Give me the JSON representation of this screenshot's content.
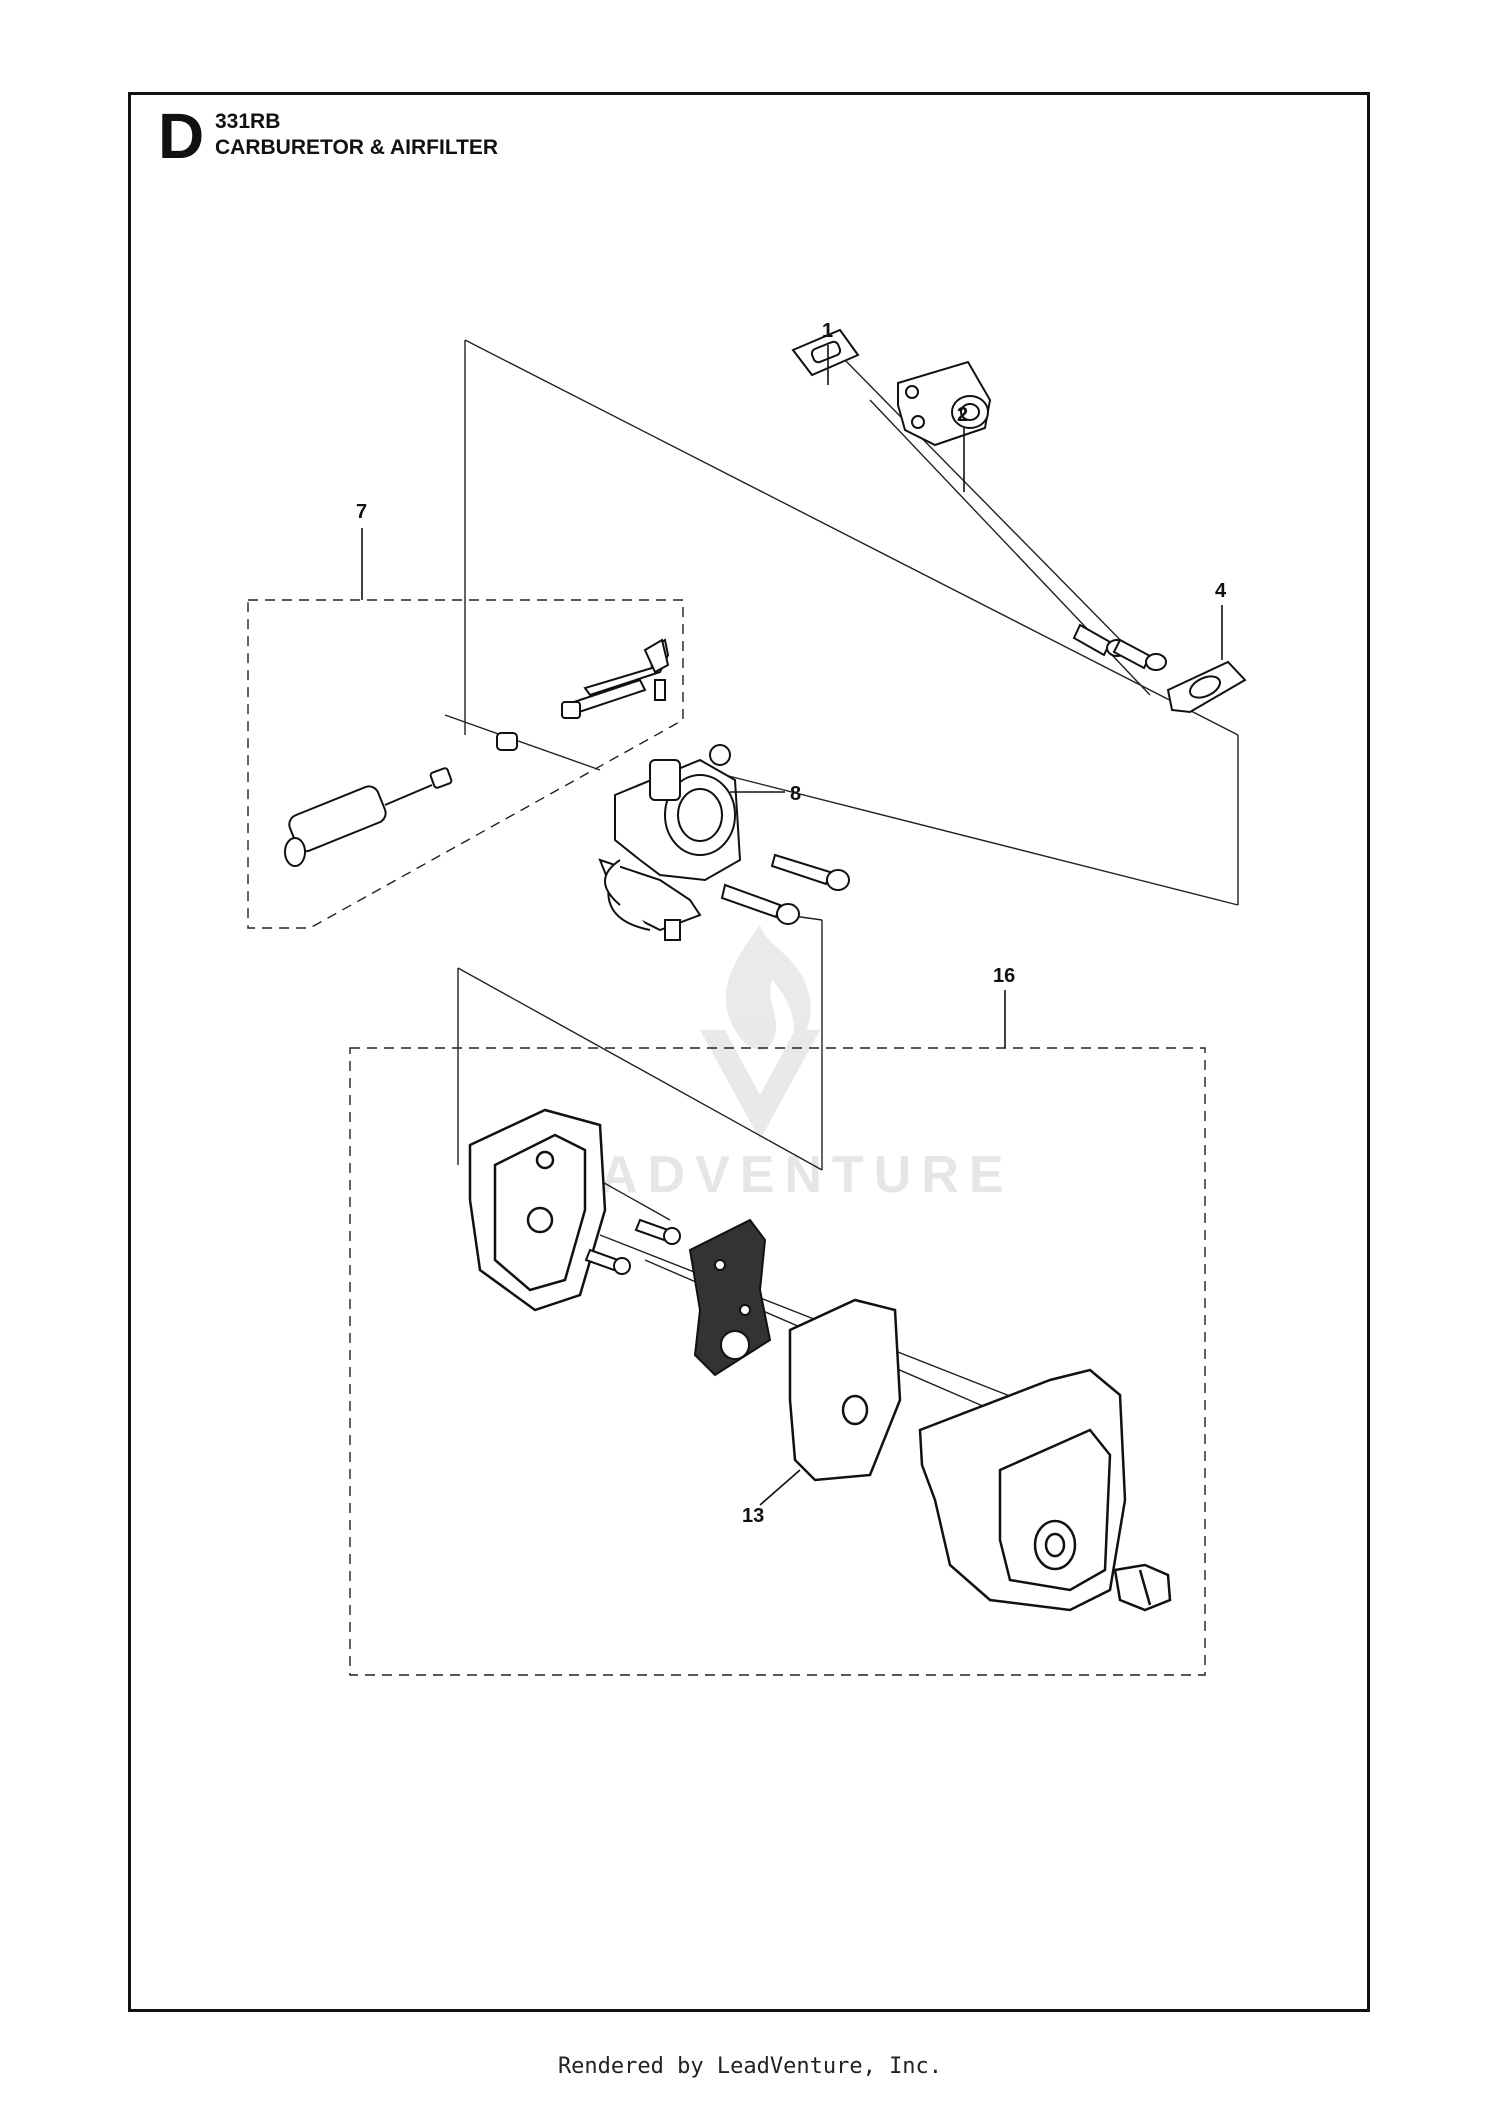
{
  "header": {
    "section_letter": "D",
    "model": "331RB",
    "title": "CARBURETOR & AIRFILTER"
  },
  "callouts": {
    "c1": "1",
    "c2": "2",
    "c4": "4",
    "c7": "7",
    "c8": "8",
    "c13": "13",
    "c16": "16"
  },
  "watermark": {
    "text": "ADVENTURE"
  },
  "footer": {
    "text": "Rendered by LeadVenture, Inc."
  }
}
